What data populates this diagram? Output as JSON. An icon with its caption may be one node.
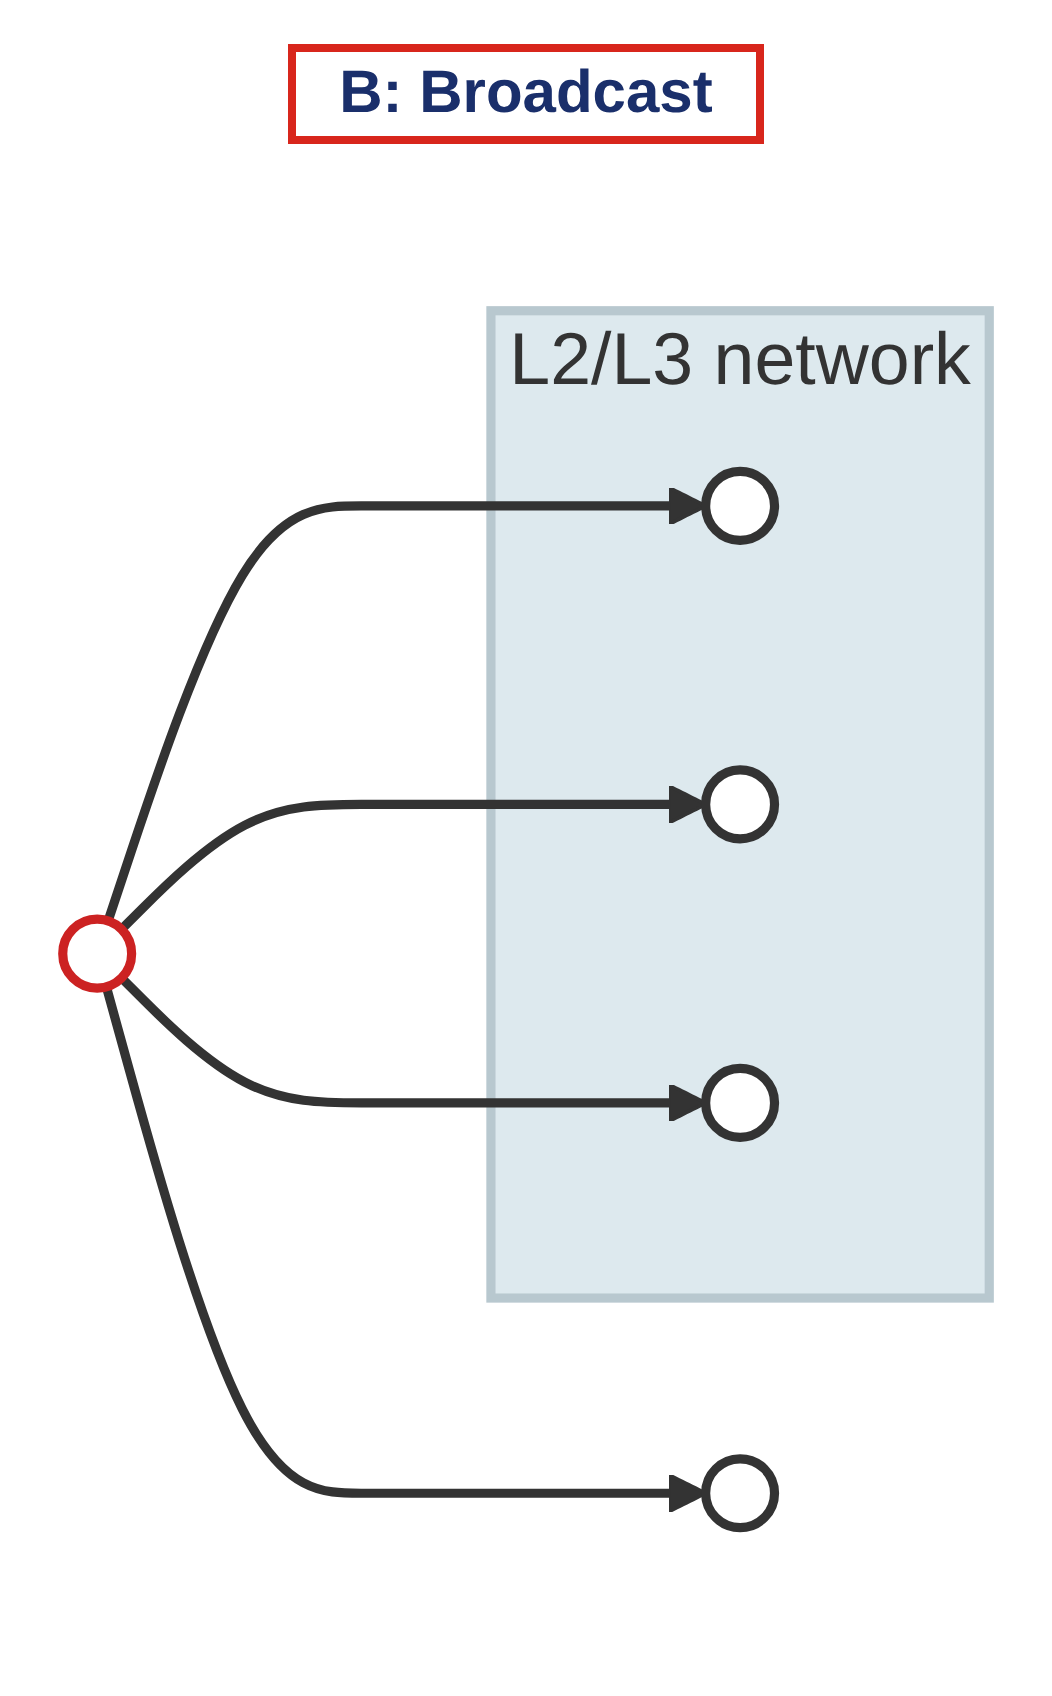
{
  "diagram": {
    "title": "B: Broadcast",
    "nodes": [
      {
        "text": [
          "L2/L3 network"
        ]
      },
      {
        "text": [],
        "shape": "circle"
      },
      {
        "text": [],
        "shape": "circle",
        "in": 0
      },
      {
        "text": [],
        "shape": "circle",
        "in": 0
      },
      {
        "text": [],
        "shape": "circle"
      },
      {
        "text": [],
        "shape": "circle",
        "in": 0
      }
    ],
    "edges": [
      {
        "from": 1,
        "to": 2,
        "arrow": "to"
      },
      {
        "from": 1,
        "to": 3,
        "arrow": "to"
      },
      {
        "from": 1,
        "to": 4,
        "arrow": "to"
      },
      {
        "from": 1,
        "to": 5,
        "arrow": "to"
      }
    ]
  }
}
